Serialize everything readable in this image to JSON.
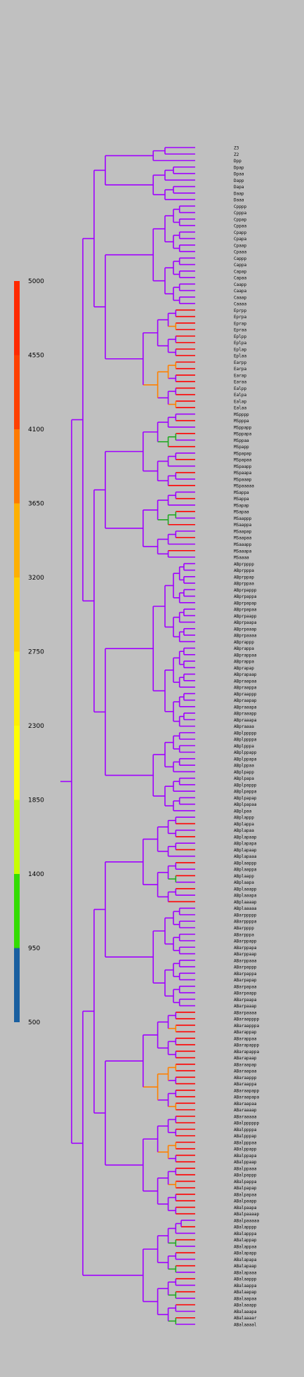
{
  "scale": {
    "ticks": [
      "5000",
      "4550",
      "4100",
      "3650",
      "3200",
      "2750",
      "2300",
      "1850",
      "1400",
      "950",
      "500"
    ],
    "colors": [
      "#ff2a00",
      "#ff4000",
      "#ff7a00",
      "#ffb000",
      "#ffd000",
      "#fff000",
      "#ffff00",
      "#c8ff00",
      "#33dd00",
      "#1a5fa0",
      "#b01ef0"
    ]
  },
  "colors": {
    "background": "#c0c0c0",
    "branch_base": "#a000ff",
    "branch_late": "#ff0000",
    "branch_mid": "#ff8000",
    "branch_green": "#22aa22",
    "branch_blue": "#0033cc",
    "branch_yellow": "#ffdd00"
  },
  "leaves": [
    "Z3",
    "Z2",
    "Dpp",
    "Dpap",
    "Dpaa",
    "Dapp",
    "Dapa",
    "Daap",
    "Daaa",
    "Cpppp",
    "Cpppa",
    "Cppap",
    "Cppaa",
    "Cpapp",
    "Cpapa",
    "Cpaap",
    "Cpaaa",
    "Cappp",
    "Cappa",
    "Capap",
    "Capaa",
    "Caapp",
    "Caapa",
    "Caaap",
    "Caaaa",
    "Eprpp",
    "Eprpa",
    "Eprap",
    "Epraa",
    "Eplpp",
    "Eplpa",
    "Eplap",
    "Eplaa",
    "Earpp",
    "Earpa",
    "Earap",
    "Earaa",
    "Ealpp",
    "Ealpa",
    "Ealap",
    "Ealaa",
    "MSpppp",
    "MSpppa",
    "MSppapp",
    "MSppapa",
    "MSppaa",
    "MSpapp",
    "MSpapap",
    "MSpapaa",
    "MSpaapp",
    "MSpaapa",
    "MSpaaap",
    "MSpaaaaa",
    "MSappa",
    "MSappa",
    "MSapap",
    "MSapaa",
    "MSaappp",
    "MSaappa",
    "MSaapap",
    "MSaapaa",
    "MSaaapp",
    "MSaaapa",
    "MSaaaa",
    "ABprpppp",
    "ABprpppa",
    "ABprppap",
    "ABprppaa",
    "ABprpappp",
    "ABprpappa",
    "ABprpapap",
    "ABprpapaa",
    "ABprpaapp",
    "ABprpaapa",
    "ABprpaaap",
    "ABprpaaaa",
    "ABprappp",
    "ABprappa",
    "ABprappaa",
    "ABprappa",
    "ABprapap",
    "ABprapaap",
    "ABpraapaa",
    "ABpraappa",
    "ABpraappp",
    "ABpraapap",
    "ABpraaapa",
    "ABpraaapp",
    "ABpraaapa",
    "ABpraaaa",
    "ABplppppp",
    "ABplppppa",
    "ABplpppa",
    "ABplppapp",
    "ABplppapa",
    "ABplppaa",
    "ABplpapp",
    "ABplpapa",
    "ABplpappp",
    "ABplpappa",
    "ABplpapap",
    "ABplpapaa",
    "ABplpaa",
    "ABplappp",
    "ABplappa",
    "ABplapaa",
    "ABplapaap",
    "ABplapapa",
    "ABplapaap",
    "ABplapaaa",
    "ABplaappp",
    "ABplaappa",
    "ABplaapp",
    "ABplaapa",
    "ABplaaapp",
    "ABplaaapa",
    "ABplaaaap",
    "ABplaaaaa",
    "ABarppppp",
    "ABarppppa",
    "ABarpppp",
    "ABarpppa",
    "ABarppapp",
    "ABarppapa",
    "ABarppaap",
    "ABarppaaa",
    "ABarpappp",
    "ABarpappa",
    "ABarpapap",
    "ABarpapaa",
    "ABarpaapp",
    "ABarpaapa",
    "ABarpaaap",
    "ABarpaaaa",
    "ABaraapppp",
    "ABaraapppa",
    "ABarappap",
    "ABarappaa",
    "ABarapappp",
    "ABarapappa",
    "ABarapaap",
    "ABaraapap",
    "ABaraapaa",
    "ABaraappp",
    "ABaraappa",
    "ABaraapapp",
    "ABaraapapa",
    "ABaraapaa",
    "ABaraaaap",
    "ABaraaaaa",
    "ABalpppppp",
    "ABalppppa",
    "ABalpppap",
    "ABalpppaa",
    "ABalppapp",
    "ABalppapa",
    "ABalppaap",
    "ABalppaaa",
    "ABalpappp",
    "ABalpappa",
    "ABalpapap",
    "ABalpapaa",
    "ABalpaapp",
    "ABalpaapa",
    "ABalpaaaap",
    "ABalpaaaaa",
    "ABalapppp",
    "ABalapppa",
    "ABalappap",
    "ABalappaa",
    "ABalapapp",
    "ABalapapa",
    "ABalapaap",
    "ABalapaaa",
    "ABalaappp",
    "ABalaappa",
    "ABalaapap",
    "ABalaapaa",
    "ABalaaapp",
    "ABalaaapa",
    "ABalaaaar",
    "ABalaaaal"
  ]
}
